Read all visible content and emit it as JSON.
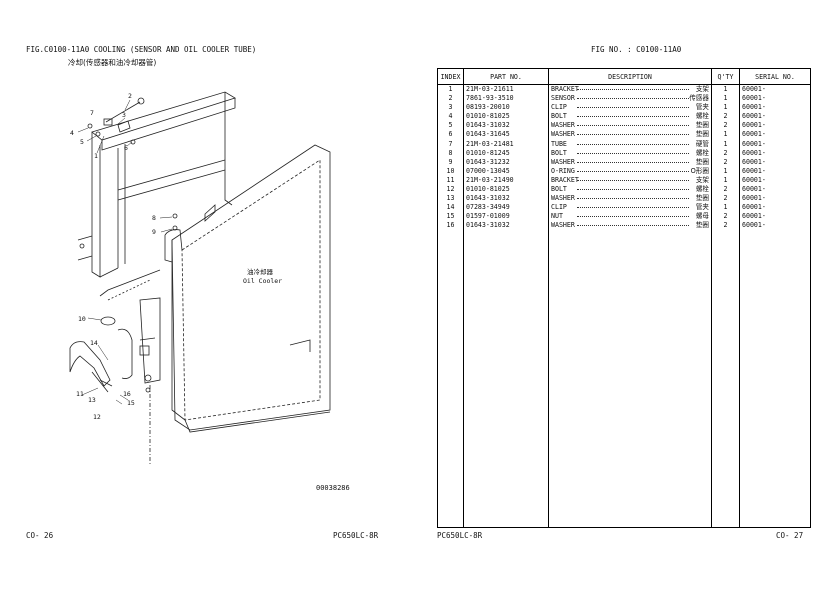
{
  "left_page": {
    "fig_title": "FIG.C0100-11A0 COOLING (SENSOR AND OIL COOLER TUBE)",
    "fig_subtitle": "冷却(传感器和油冷却器管)",
    "callouts": [
      "1",
      "2",
      "3",
      "4",
      "5",
      "6",
      "7",
      "8",
      "9",
      "10",
      "11",
      "12",
      "13",
      "14",
      "15",
      "16"
    ],
    "cooler_label_zh": "油冷却器",
    "cooler_label_en": "Oil Cooler",
    "drawing_number": "00038286",
    "page_number": "CO- 26",
    "model": "PC650LC-8R"
  },
  "right_page": {
    "fig_no": "FIG NO. : C0100-11A0",
    "columns": {
      "index": "INDEX",
      "part_no": "PART NO.",
      "description": "DESCRIPTION",
      "qty": "Q'TY",
      "serial": "SERIAL NO."
    },
    "rows": [
      {
        "index": "1",
        "part_no": "21M-03-21611",
        "desc_en": "BRACKET",
        "desc_zh": "支架",
        "qty": "1",
        "serial": "60001-"
      },
      {
        "index": "2",
        "part_no": "7861-93-3510",
        "desc_en": "SENSOR",
        "desc_zh": "传感器",
        "qty": "1",
        "serial": "60001-"
      },
      {
        "index": "3",
        "part_no": "08193-20010",
        "desc_en": "CLIP",
        "desc_zh": "管夹",
        "qty": "1",
        "serial": "60001-"
      },
      {
        "index": "4",
        "part_no": "01010-81025",
        "desc_en": "BOLT",
        "desc_zh": "螺栓",
        "qty": "2",
        "serial": "60001-"
      },
      {
        "index": "5",
        "part_no": "01643-31032",
        "desc_en": "WASHER",
        "desc_zh": "垫圈",
        "qty": "2",
        "serial": "60001-"
      },
      {
        "index": "6",
        "part_no": "01643-31645",
        "desc_en": "WASHER",
        "desc_zh": "垫圈",
        "qty": "1",
        "serial": "60001-"
      },
      {
        "index": "7",
        "part_no": "21M-03-21481",
        "desc_en": "TUBE",
        "desc_zh": "硬管",
        "qty": "1",
        "serial": "60001-"
      },
      {
        "index": "8",
        "part_no": "01010-81245",
        "desc_en": "BOLT",
        "desc_zh": "螺栓",
        "qty": "2",
        "serial": "60001-"
      },
      {
        "index": "9",
        "part_no": "01643-31232",
        "desc_en": "WASHER",
        "desc_zh": "垫圈",
        "qty": "2",
        "serial": "60001-"
      },
      {
        "index": "10",
        "part_no": "07000-13045",
        "desc_en": "O-RING",
        "desc_zh": "O形圈",
        "qty": "1",
        "serial": "60001-"
      },
      {
        "index": "11",
        "part_no": "21M-03-21490",
        "desc_en": "BRACKET",
        "desc_zh": "支架",
        "qty": "1",
        "serial": "60001-"
      },
      {
        "index": "12",
        "part_no": "01010-81025",
        "desc_en": "BOLT",
        "desc_zh": "螺栓",
        "qty": "2",
        "serial": "60001-"
      },
      {
        "index": "13",
        "part_no": "01643-31032",
        "desc_en": "WASHER",
        "desc_zh": "垫圈",
        "qty": "2",
        "serial": "60001-"
      },
      {
        "index": "14",
        "part_no": "07283-34949",
        "desc_en": "CLIP",
        "desc_zh": "管夹",
        "qty": "1",
        "serial": "60001-"
      },
      {
        "index": "15",
        "part_no": "01597-01009",
        "desc_en": "NUT",
        "desc_zh": "螺母",
        "qty": "2",
        "serial": "60001-"
      },
      {
        "index": "16",
        "part_no": "01643-31032",
        "desc_en": "WASHER",
        "desc_zh": "垫圈",
        "qty": "2",
        "serial": "60001-"
      }
    ],
    "model": "PC650LC-8R",
    "page_number": "CO- 27"
  }
}
